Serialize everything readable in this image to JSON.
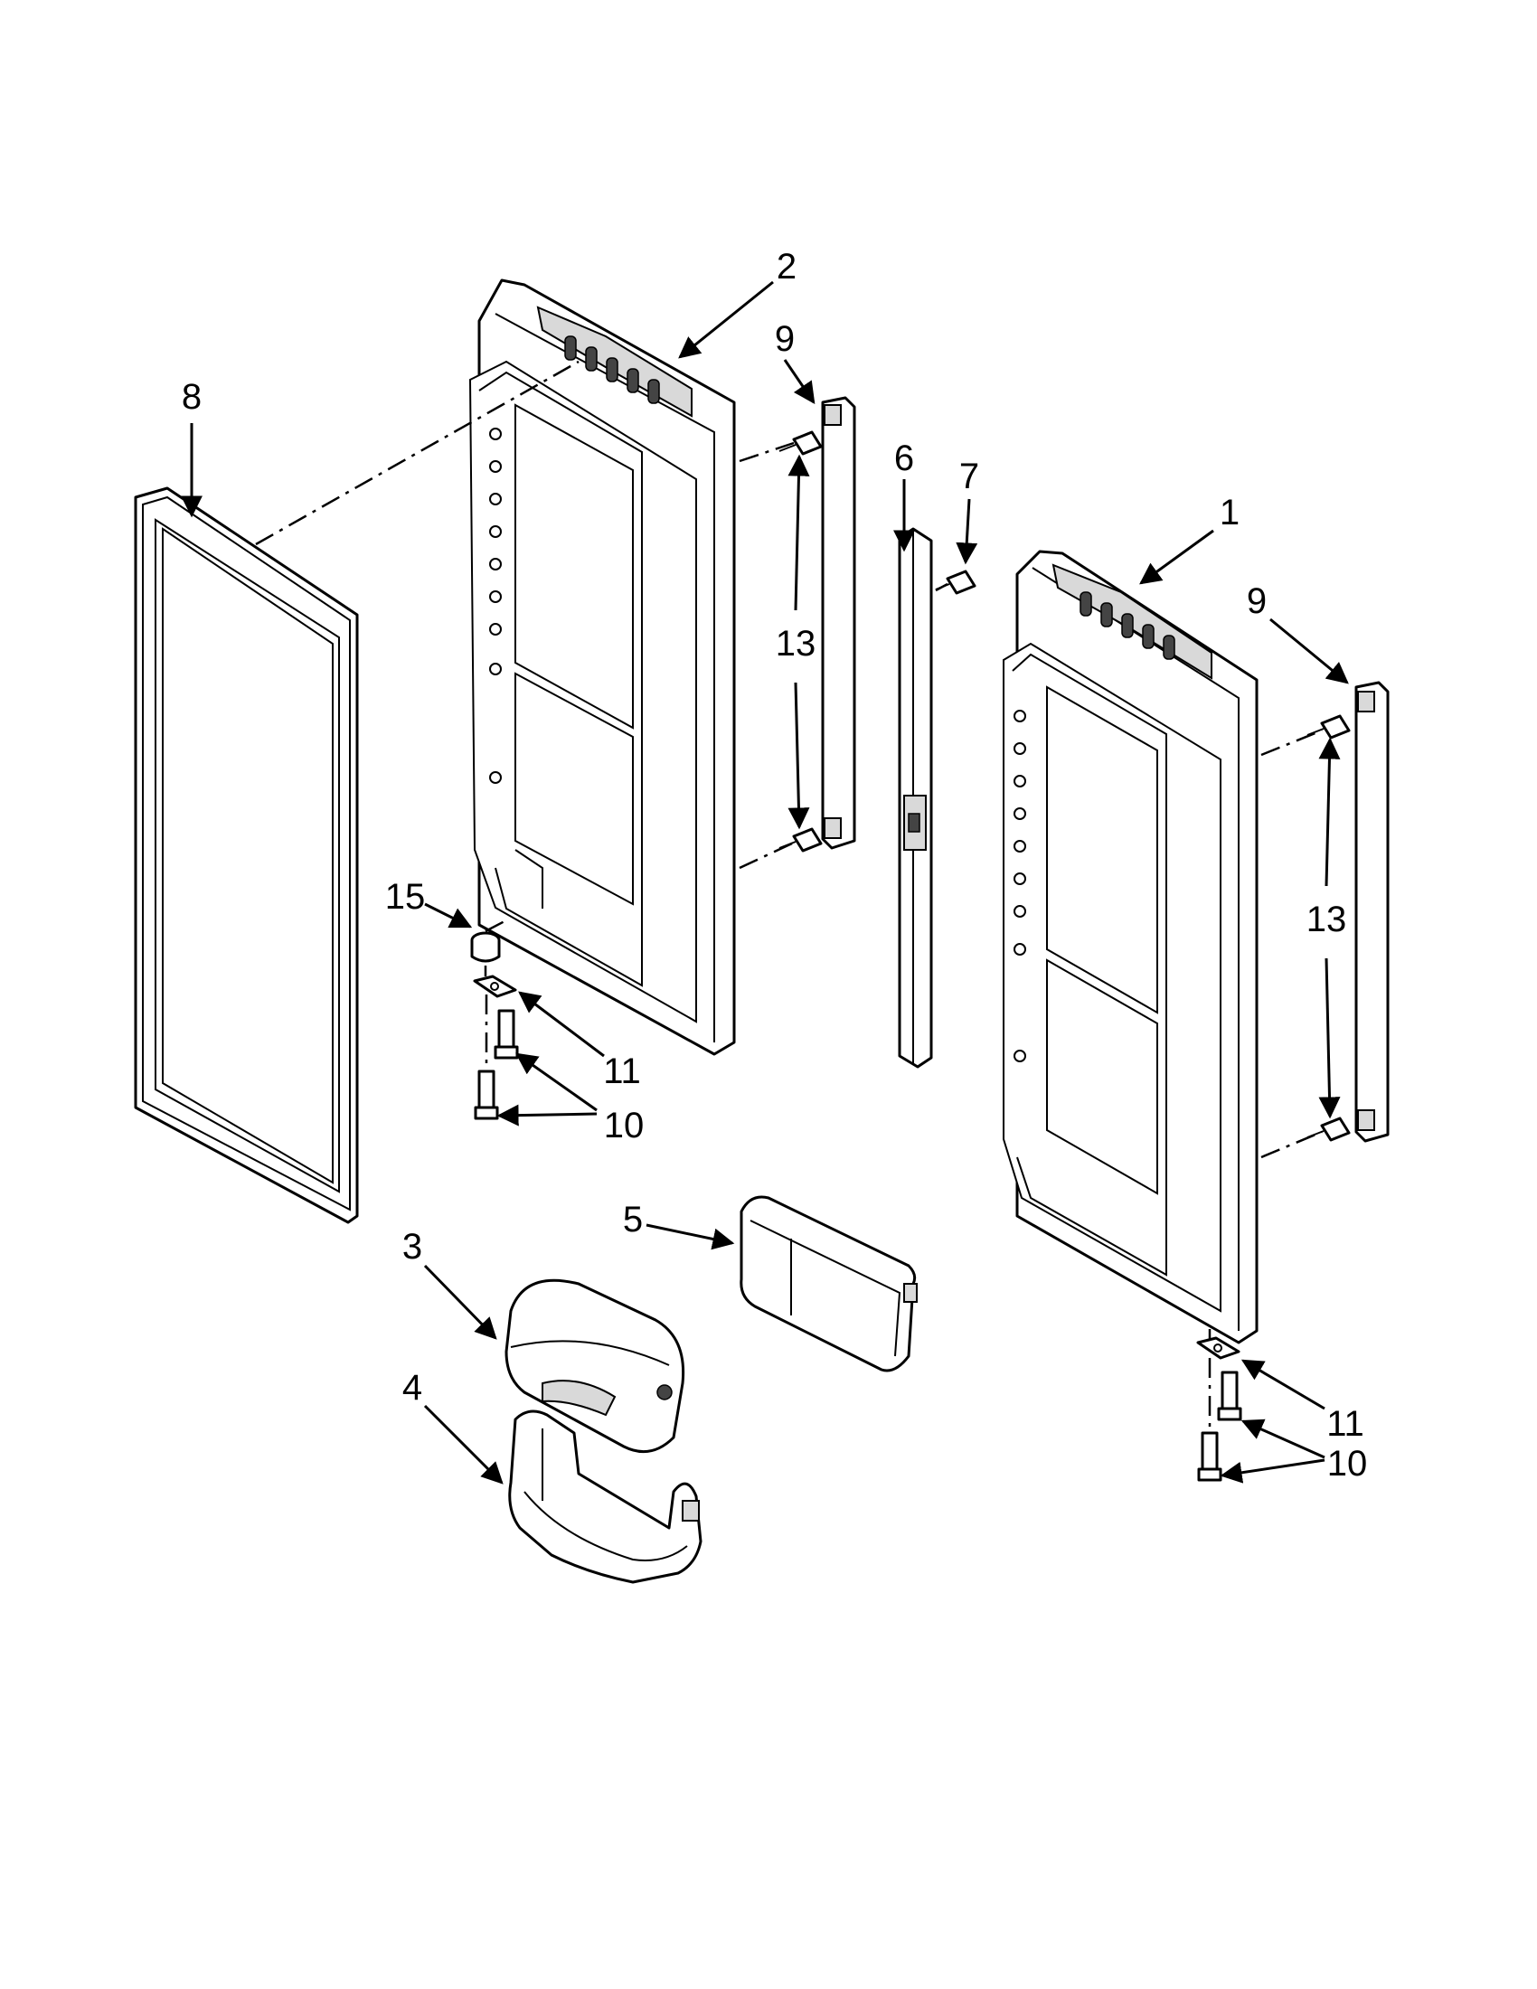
{
  "callouts": {
    "c1": "1",
    "c2": "2",
    "c3": "3",
    "c4": "4",
    "c5": "5",
    "c6": "6",
    "c7": "7",
    "c8": "8",
    "c9a": "9",
    "c9b": "9",
    "c10a": "10",
    "c10b": "10",
    "c11a": "11",
    "c11b": "11",
    "c13a": "13",
    "c13b": "13",
    "c15": "15"
  }
}
